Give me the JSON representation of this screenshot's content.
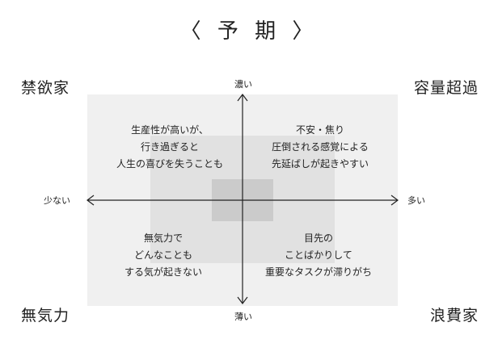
{
  "title": "〈 予 期 〉",
  "corners": {
    "top_left": "禁欲家",
    "top_right": "容量超過",
    "bottom_left": "無気力",
    "bottom_right": "浪費家"
  },
  "axes": {
    "top": "濃い",
    "bottom": "薄い",
    "left": "少ない",
    "right": "多い"
  },
  "quadrants": {
    "top_left": [
      "生産性が高いが、",
      "行き過ぎると",
      "人生の喜びを失うことも"
    ],
    "top_right": [
      "不安・焦り",
      "圧倒される感覚による",
      "先延ばしが起きやすい"
    ],
    "bottom_left": [
      "無気力で",
      "どんなことも",
      "する気が起きない"
    ],
    "bottom_right": [
      "目先の",
      "ことばかりして",
      "重要なタスクが滞りがち"
    ]
  },
  "colors": {
    "outer_zone": "#f0f0f0",
    "middle_zone": "#e1e1e1",
    "inner_zone": "#cbcbcb",
    "axis": "#222222"
  }
}
